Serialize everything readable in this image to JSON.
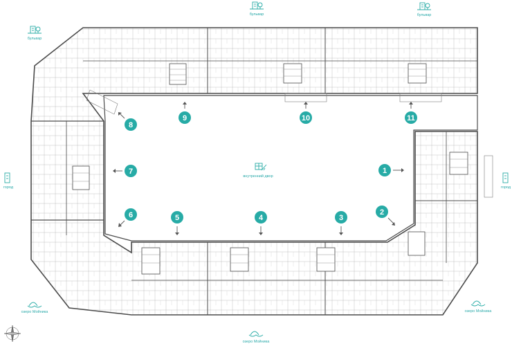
{
  "colors": {
    "accent": "#27aba6",
    "wall": "#4a4a4a",
    "thin": "#9a9a9a"
  },
  "orientation": {
    "top_left": "бульвар",
    "top_center": "бульвар",
    "top_right": "бульвар",
    "right": "город",
    "left": "город",
    "bottom_left": "озеро Мойника",
    "bottom_center": "озеро Мойника",
    "bottom_right": "озеро Мойника"
  },
  "courtyard_label": "внутренний двор",
  "entrances": [
    {
      "label": "1",
      "arrow": "right"
    },
    {
      "label": "2",
      "arrow": "down-right"
    },
    {
      "label": "3",
      "arrow": "down"
    },
    {
      "label": "4",
      "arrow": "down"
    },
    {
      "label": "5",
      "arrow": "down"
    },
    {
      "label": "6",
      "arrow": "down-left"
    },
    {
      "label": "7",
      "arrow": "left"
    },
    {
      "label": "8",
      "arrow": "up-left"
    },
    {
      "label": "9",
      "arrow": "up"
    },
    {
      "label": "10",
      "arrow": "up"
    },
    {
      "label": "11",
      "arrow": "up"
    }
  ],
  "icons": {
    "park": "park-building-icon",
    "city": "city-building-icon",
    "lake": "lake-icon",
    "courtyard": "courtyard-icon",
    "compass": "compass-icon"
  }
}
